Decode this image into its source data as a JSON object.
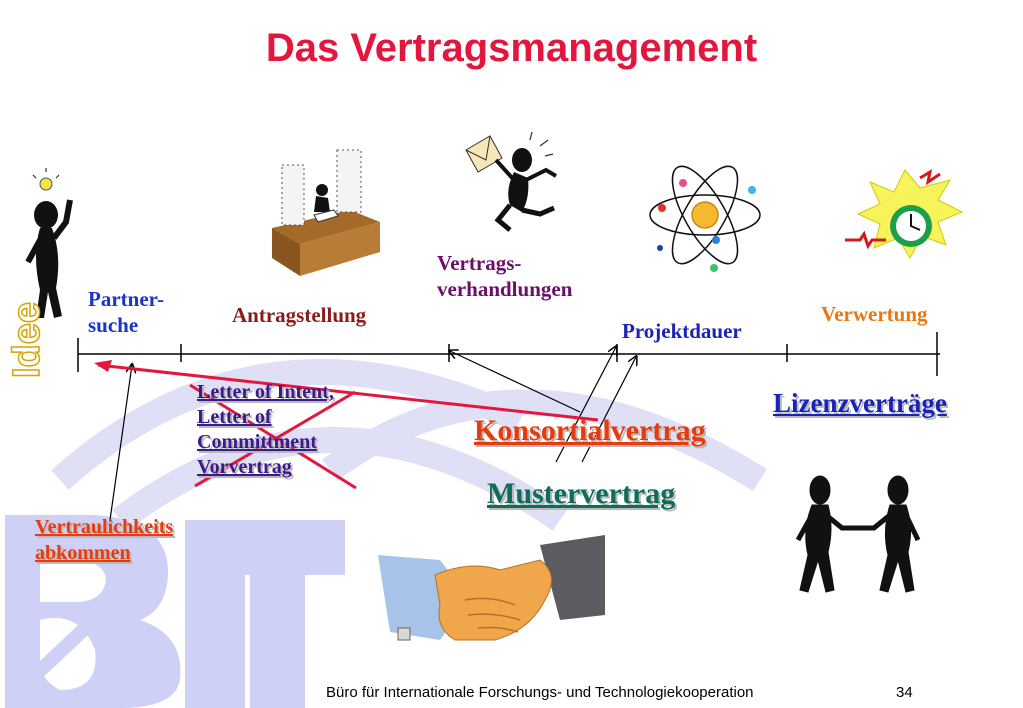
{
  "title": "Das Vertragsmanagement",
  "timeline": {
    "start_label": "Idee",
    "phases": [
      {
        "label_line1": "Partner-",
        "label_line2": "suche",
        "color": "#1a35c8"
      },
      {
        "label": "Antragstellung",
        "color": "#8b1a1a"
      },
      {
        "label_line1": "Vertrags-",
        "label_line2": "verhandlungen",
        "color": "#6b0f6b"
      },
      {
        "label": "Projektdauer",
        "color": "#1a23b8"
      },
      {
        "label": "Verwertung",
        "color": "#e8780f"
      }
    ]
  },
  "documents": {
    "crossed_out": {
      "line1": "Letter of Intent,",
      "line2": "Letter of",
      "line3": "Committment",
      "line4": "Vorvertrag",
      "color": "#3a1a8c"
    },
    "konsortialvertrag": {
      "label": "Konsortialvertrag",
      "color": "#e83a0c"
    },
    "mustervertrag": {
      "label": "Mustervertrag",
      "color": "#0f6b5a"
    },
    "lizenzvertraege": {
      "label": "Lizenzverträge",
      "color": "#1a23b8"
    },
    "vertraulichkeit": {
      "line1": "Vertraulichkeits",
      "line2": "abkommen",
      "color": "#e83a0c"
    }
  },
  "footer": {
    "organisation": "Büro für Internationale Forschungs- und Technologiekooperation",
    "page_number": "34"
  },
  "colors": {
    "title": "#e3173e",
    "arrow_red": "#e3173e",
    "logo_watermark": "#c8c9f4"
  },
  "icons": [
    "idea-person-icon",
    "desk-paper-stacks-icon",
    "mail-person-icon",
    "atom-icon",
    "alarm-clock-icon",
    "handshake-icon",
    "two-people-handshake-icon"
  ]
}
